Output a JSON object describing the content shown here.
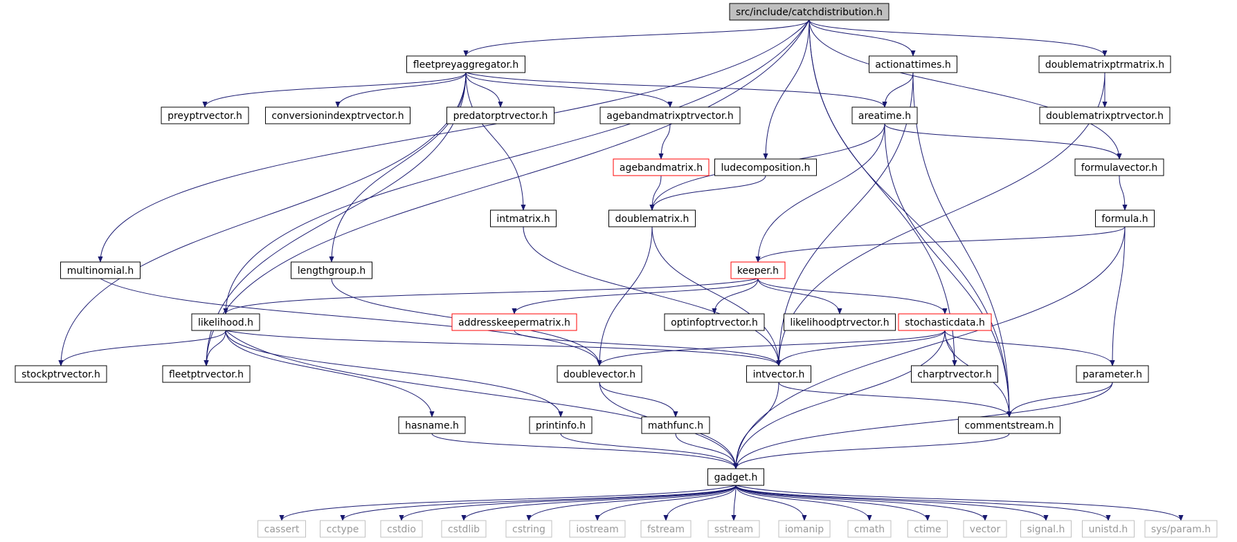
{
  "title": "src/include/catchdistribution.h",
  "colors": {
    "edge": "#191970",
    "normal": "#000000",
    "truncated": "#ff0000",
    "external": "#bfbfbf",
    "root_fill": "#bfbfbf"
  },
  "nodes": {
    "root": {
      "label": "src/include/catchdistribution.h",
      "kind": "root"
    },
    "fleetpreyaggregator": {
      "label": "fleetpreyaggregator.h",
      "kind": "normal"
    },
    "actionattimes": {
      "label": "actionattimes.h",
      "kind": "normal"
    },
    "doublematrixptrmatrix": {
      "label": "doublematrixptrmatrix.h",
      "kind": "normal"
    },
    "preyptrvector": {
      "label": "preyptrvector.h",
      "kind": "normal"
    },
    "conversionindexptrvector": {
      "label": "conversionindexptrvector.h",
      "kind": "normal"
    },
    "predatorptrvector": {
      "label": "predatorptrvector.h",
      "kind": "normal"
    },
    "agebandmatrixptrvector": {
      "label": "agebandmatrixptrvector.h",
      "kind": "normal"
    },
    "areatime": {
      "label": "areatime.h",
      "kind": "normal"
    },
    "doublematrixptrvector": {
      "label": "doublematrixptrvector.h",
      "kind": "normal"
    },
    "agebandmatrix": {
      "label": "agebandmatrix.h",
      "kind": "truncated"
    },
    "ludecomposition": {
      "label": "ludecomposition.h",
      "kind": "normal"
    },
    "formulavector": {
      "label": "formulavector.h",
      "kind": "normal"
    },
    "intmatrix": {
      "label": "intmatrix.h",
      "kind": "normal"
    },
    "doublematrix": {
      "label": "doublematrix.h",
      "kind": "normal"
    },
    "formula": {
      "label": "formula.h",
      "kind": "normal"
    },
    "multinomial": {
      "label": "multinomial.h",
      "kind": "normal"
    },
    "lengthgroup": {
      "label": "lengthgroup.h",
      "kind": "normal"
    },
    "keeper": {
      "label": "keeper.h",
      "kind": "truncated"
    },
    "likelihood": {
      "label": "likelihood.h",
      "kind": "normal"
    },
    "addresskeepermatrix": {
      "label": "addresskeepermatrix.h",
      "kind": "truncated"
    },
    "optinfoptrvector": {
      "label": "optinfoptrvector.h",
      "kind": "normal"
    },
    "likelihoodptrvector": {
      "label": "likelihoodptrvector.h",
      "kind": "normal"
    },
    "stochasticdata": {
      "label": "stochasticdata.h",
      "kind": "truncated"
    },
    "stockptrvector": {
      "label": "stockptrvector.h",
      "kind": "normal"
    },
    "fleetptrvector": {
      "label": "fleetptrvector.h",
      "kind": "normal"
    },
    "doublevector": {
      "label": "doublevector.h",
      "kind": "normal"
    },
    "intvector": {
      "label": "intvector.h",
      "kind": "normal"
    },
    "charptrvector": {
      "label": "charptrvector.h",
      "kind": "normal"
    },
    "parameter": {
      "label": "parameter.h",
      "kind": "normal"
    },
    "hasname": {
      "label": "hasname.h",
      "kind": "normal"
    },
    "printinfo": {
      "label": "printinfo.h",
      "kind": "normal"
    },
    "mathfunc": {
      "label": "mathfunc.h",
      "kind": "normal"
    },
    "commentstream": {
      "label": "commentstream.h",
      "kind": "normal"
    },
    "gadget": {
      "label": "gadget.h",
      "kind": "normal"
    },
    "cassert": {
      "label": "cassert",
      "kind": "external"
    },
    "cctype": {
      "label": "cctype",
      "kind": "external"
    },
    "cstdio": {
      "label": "cstdio",
      "kind": "external"
    },
    "cstdlib": {
      "label": "cstdlib",
      "kind": "external"
    },
    "cstring": {
      "label": "cstring",
      "kind": "external"
    },
    "iostream": {
      "label": "iostream",
      "kind": "external"
    },
    "fstream": {
      "label": "fstream",
      "kind": "external"
    },
    "sstream": {
      "label": "sstream",
      "kind": "external"
    },
    "iomanip": {
      "label": "iomanip",
      "kind": "external"
    },
    "cmath": {
      "label": "cmath",
      "kind": "external"
    },
    "ctime": {
      "label": "ctime",
      "kind": "external"
    },
    "vector": {
      "label": "vector",
      "kind": "external"
    },
    "signal": {
      "label": "signal.h",
      "kind": "external"
    },
    "unistd": {
      "label": "unistd.h",
      "kind": "external"
    },
    "sysparam": {
      "label": "sys/param.h",
      "kind": "external"
    }
  },
  "edges": [
    [
      "root",
      "fleetpreyaggregator"
    ],
    [
      "root",
      "actionattimes"
    ],
    [
      "root",
      "doublematrixptrmatrix"
    ],
    [
      "root",
      "ludecomposition"
    ],
    [
      "root",
      "formulavector"
    ],
    [
      "root",
      "multinomial"
    ],
    [
      "root",
      "likelihood"
    ],
    [
      "root",
      "fleetptrvector"
    ],
    [
      "root",
      "charptrvector"
    ],
    [
      "root",
      "commentstream"
    ],
    [
      "fleetpreyaggregator",
      "preyptrvector"
    ],
    [
      "fleetpreyaggregator",
      "conversionindexptrvector"
    ],
    [
      "fleetpreyaggregator",
      "predatorptrvector"
    ],
    [
      "fleetpreyaggregator",
      "agebandmatrixptrvector"
    ],
    [
      "fleetpreyaggregator",
      "areatime"
    ],
    [
      "fleetpreyaggregator",
      "intmatrix"
    ],
    [
      "fleetpreyaggregator",
      "lengthgroup"
    ],
    [
      "fleetpreyaggregator",
      "stockptrvector"
    ],
    [
      "fleetpreyaggregator",
      "fleetptrvector"
    ],
    [
      "actionattimes",
      "areatime"
    ],
    [
      "actionattimes",
      "intvector"
    ],
    [
      "actionattimes",
      "commentstream"
    ],
    [
      "doublematrixptrmatrix",
      "doublematrixptrvector"
    ],
    [
      "doublematrixptrmatrix",
      "intvector"
    ],
    [
      "agebandmatrixptrvector",
      "agebandmatrix"
    ],
    [
      "agebandmatrix",
      "doublematrix"
    ],
    [
      "ludecomposition",
      "doublematrix"
    ],
    [
      "areatime",
      "formulavector"
    ],
    [
      "areatime",
      "doublematrix"
    ],
    [
      "areatime",
      "keeper"
    ],
    [
      "areatime",
      "commentstream"
    ],
    [
      "formulavector",
      "formula"
    ],
    [
      "formula",
      "keeper"
    ],
    [
      "formula",
      "parameter"
    ],
    [
      "formula",
      "gadget"
    ],
    [
      "intmatrix",
      "intvector"
    ],
    [
      "doublematrix",
      "doublevector"
    ],
    [
      "doublematrix",
      "intvector"
    ],
    [
      "multinomial",
      "doublevector"
    ],
    [
      "lengthgroup",
      "doublevector"
    ],
    [
      "keeper",
      "likelihood"
    ],
    [
      "keeper",
      "addresskeepermatrix"
    ],
    [
      "keeper",
      "optinfoptrvector"
    ],
    [
      "keeper",
      "likelihoodptrvector"
    ],
    [
      "keeper",
      "stochasticdata"
    ],
    [
      "likelihood",
      "stockptrvector"
    ],
    [
      "likelihood",
      "fleetptrvector"
    ],
    [
      "likelihood",
      "hasname"
    ],
    [
      "likelihood",
      "printinfo"
    ],
    [
      "likelihood",
      "gadget"
    ],
    [
      "likelihood",
      "intvector"
    ],
    [
      "addresskeepermatrix",
      "intvector"
    ],
    [
      "stochasticdata",
      "doublevector"
    ],
    [
      "stochasticdata",
      "intvector"
    ],
    [
      "stochasticdata",
      "charptrvector"
    ],
    [
      "stochasticdata",
      "parameter"
    ],
    [
      "stochasticdata",
      "commentstream"
    ],
    [
      "stochasticdata",
      "gadget"
    ],
    [
      "doublevector",
      "mathfunc"
    ],
    [
      "doublevector",
      "gadget"
    ],
    [
      "intvector",
      "commentstream"
    ],
    [
      "intvector",
      "gadget"
    ],
    [
      "parameter",
      "commentstream"
    ],
    [
      "parameter",
      "gadget"
    ],
    [
      "hasname",
      "gadget"
    ],
    [
      "printinfo",
      "gadget"
    ],
    [
      "mathfunc",
      "gadget"
    ],
    [
      "commentstream",
      "gadget"
    ],
    [
      "gadget",
      "cassert"
    ],
    [
      "gadget",
      "cctype"
    ],
    [
      "gadget",
      "cstdio"
    ],
    [
      "gadget",
      "cstdlib"
    ],
    [
      "gadget",
      "cstring"
    ],
    [
      "gadget",
      "iostream"
    ],
    [
      "gadget",
      "fstream"
    ],
    [
      "gadget",
      "sstream"
    ],
    [
      "gadget",
      "iomanip"
    ],
    [
      "gadget",
      "cmath"
    ],
    [
      "gadget",
      "ctime"
    ],
    [
      "gadget",
      "vector"
    ],
    [
      "gadget",
      "signal"
    ],
    [
      "gadget",
      "unistd"
    ],
    [
      "gadget",
      "sysparam"
    ]
  ]
}
